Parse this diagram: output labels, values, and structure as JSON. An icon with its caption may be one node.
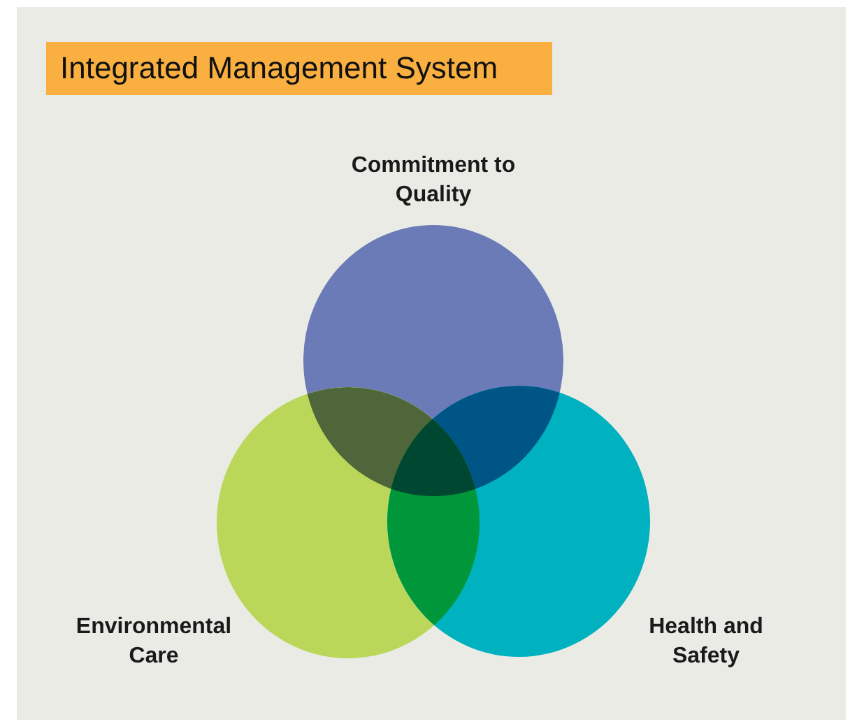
{
  "diagram": {
    "title": "Integrated Management System",
    "nodes": [
      {
        "text": [
          "Commitment to Quality"
        ]
      },
      {
        "text": [
          "Environmental Care"
        ]
      },
      {
        "text": [
          "Health and Safety"
        ]
      }
    ]
  }
}
